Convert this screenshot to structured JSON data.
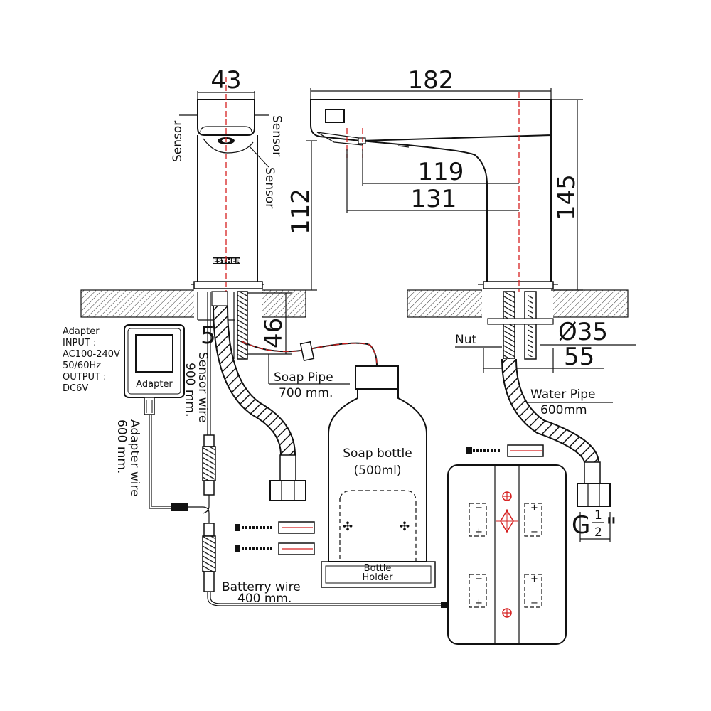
{
  "dimensions": {
    "width_front": "43",
    "length_total": "182",
    "dist_119": "119",
    "dist_131": "131",
    "height_112": "112",
    "height_145": "145",
    "dim_50": "50",
    "dim_46": "46",
    "diameter": "Ø35",
    "dim_55": "55"
  },
  "labels": {
    "sensor": "Sensor",
    "brand": "ESTHER",
    "nut": "Nut",
    "adapter_title": "Adapter",
    "adapter_lines": [
      "INPUT :",
      "AC100-240V",
      "50/60Hz",
      "OUTPUT :",
      "DC6V"
    ],
    "adapter_device": "Adapter",
    "sensor_wire": "Sensor wire",
    "sensor_wire_len": "900 mm.",
    "adapter_wire": "Adapter wire",
    "adapter_wire_len": "600 mm.",
    "soap_pipe": "Soap Pipe",
    "soap_pipe_len": "700 mm.",
    "water_pipe": "Water Pipe",
    "water_pipe_len": "600mm",
    "soap_bottle": "Soap bottle",
    "soap_bottle_volume": "(500ml)",
    "bottle_holder_1": "Bottle",
    "bottle_holder_2": "Holder",
    "battery_wire": "Batterry wire",
    "battery_wire_len": "400 mm.",
    "thread_g": "G",
    "thread_num": "1",
    "thread_den": "2",
    "thread_inch": "\""
  },
  "colors": {
    "line": "#111111",
    "centerline": "#d62020"
  }
}
